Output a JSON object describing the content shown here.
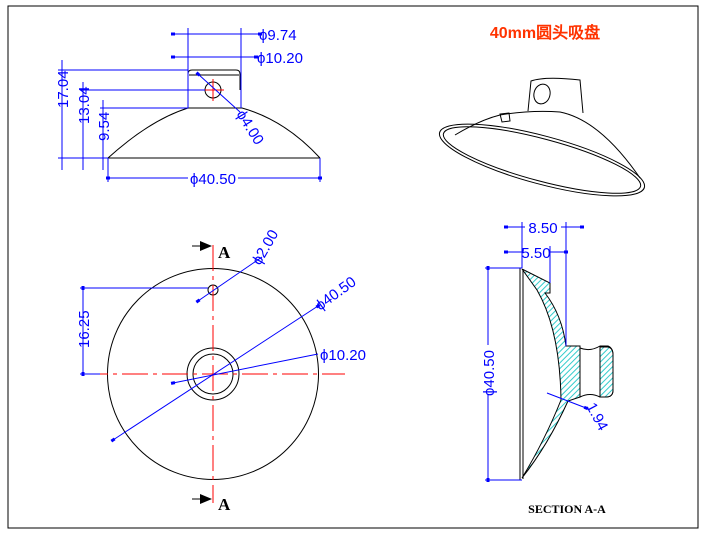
{
  "title": "40mm圆头吸盘",
  "colors": {
    "dimension": "#0000ff",
    "centerline": "#ff0000",
    "title": "#ff3300",
    "hatch": "#33cccc"
  },
  "front_view": {
    "dim_top_outer": "ϕ9.74",
    "dim_top_inner": "ϕ10.20",
    "dim_height_total": "17.04",
    "dim_height_hole": "13.04",
    "dim_height_base": "9.54",
    "dim_hole": "ϕ4.00",
    "dim_base": "ϕ40.50"
  },
  "plan_view": {
    "section_marker": "A",
    "dim_small_hole": "ϕ2.00",
    "dim_outer": "ϕ40.50",
    "dim_hub": "ϕ10.20",
    "dim_offset": "16.25"
  },
  "section_view": {
    "dim_depth": "8.50",
    "dim_tab": "5.50",
    "dim_diameter": "ϕ40.50",
    "dim_thickness": "1.94",
    "label": "SECTION A-A"
  }
}
